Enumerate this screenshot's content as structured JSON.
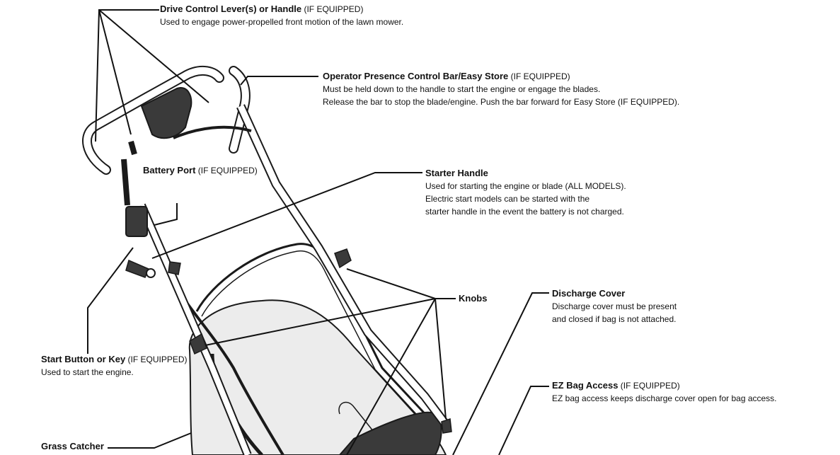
{
  "labels": {
    "drive": {
      "title": "Drive Control Lever(s) or Handle",
      "qual": "(IF EQUIPPED)",
      "desc": [
        "Used to engage power-propelled front motion of the lawn mower."
      ]
    },
    "opc": {
      "title": "Operator Presence Control Bar/Easy Store",
      "qual": "(IF EQUIPPED)",
      "desc": [
        "Must be held down to the handle to start the engine or engage the blades.",
        "Release the bar to stop the blade/engine. Push the bar forward for Easy Store (IF EQUIPPED)."
      ]
    },
    "battery": {
      "title": "Battery Port",
      "qual": "(IF EQUIPPED)"
    },
    "starter": {
      "title": "Starter Handle",
      "desc": [
        "Used for starting the engine or blade (ALL MODELS).",
        "Electric start models can be started with the",
        "starter handle in the event the battery is not charged."
      ]
    },
    "knobs": {
      "title": "Knobs"
    },
    "discharge": {
      "title": "Discharge Cover",
      "desc": [
        "Discharge cover must be present",
        "and closed if bag is not attached."
      ]
    },
    "start": {
      "title": "Start Button or Key",
      "qual": "(IF EQUIPPED)",
      "desc": [
        "Used to start the engine."
      ]
    },
    "ezbag": {
      "title": "EZ Bag Access",
      "qual": "(IF EQUIPPED)",
      "desc": [
        "EZ bag access keeps discharge cover open for bag access."
      ]
    },
    "grass": {
      "title": "Grass Catcher"
    }
  },
  "colors": {
    "ink": "#111111",
    "bag_fill": "#ececec",
    "part_fill": "#3a3a3a",
    "line": "#1a1a1a"
  }
}
